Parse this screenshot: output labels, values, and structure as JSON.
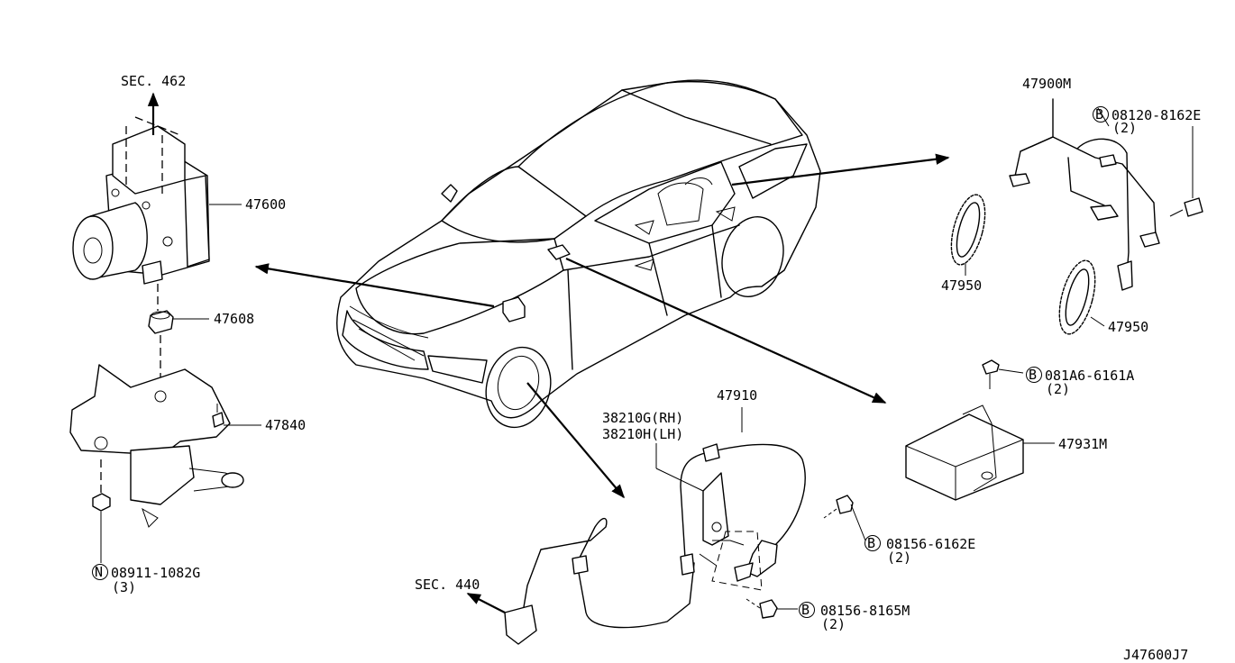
{
  "diagram_code": "J47600J7",
  "sections": {
    "sec_462": "SEC. 462",
    "sec_440": "SEC. 440"
  },
  "parts": {
    "p47600": "47600",
    "p47608": "47608",
    "p47840": "47840",
    "p47900m": "47900M",
    "p47950_a": "47950",
    "p47950_b": "47950",
    "p47931m": "47931M",
    "p47910": "47910",
    "p38210g": "38210G(RH)",
    "p38210h": "38210H(LH)"
  },
  "fasteners": {
    "n08911": {
      "symbol": "N",
      "code": "08911-1082G",
      "qty": "(3)"
    },
    "b08120": {
      "symbol": "B",
      "code": "08120-8162E",
      "qty": "(2)"
    },
    "b081a6": {
      "symbol": "B",
      "code": "081A6-6161A",
      "qty": "(2)"
    },
    "b08156_e": {
      "symbol": "B",
      "code": "08156-6162E",
      "qty": "(2)"
    },
    "b08156_m": {
      "symbol": "B",
      "code": "08156-8165M",
      "qty": "(2)"
    }
  }
}
